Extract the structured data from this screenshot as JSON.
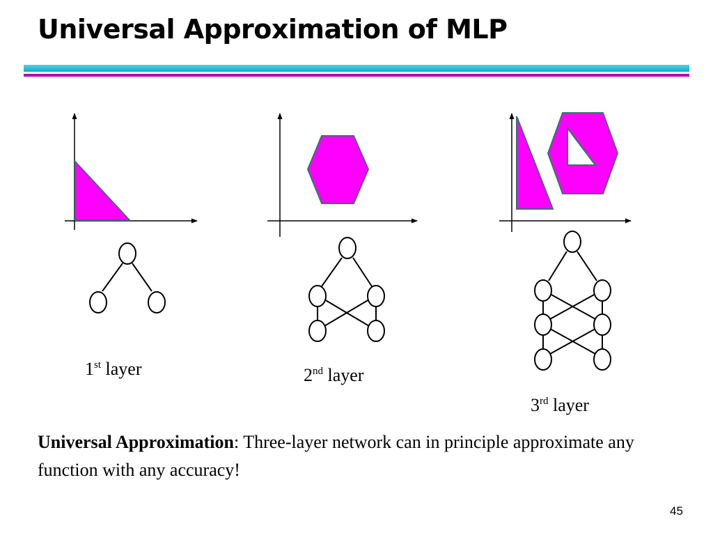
{
  "slide": {
    "title": "Universal Approximation of MLP",
    "page_number": "45"
  },
  "captions": [
    {
      "num": "1",
      "suffix": "st",
      "word": "layer"
    },
    {
      "num": "2",
      "suffix": "nd",
      "word": "layer"
    },
    {
      "num": "3",
      "suffix": "rd",
      "word": "layer"
    }
  ],
  "statement": {
    "term": "Universal Approximation",
    "colon": ":",
    "text": " Three-layer network can in principle approximate any function with any accuracy!"
  },
  "colors": {
    "region_fill": "#ff00ff",
    "region_stroke": "#3d6e7a",
    "line": "#000000"
  }
}
